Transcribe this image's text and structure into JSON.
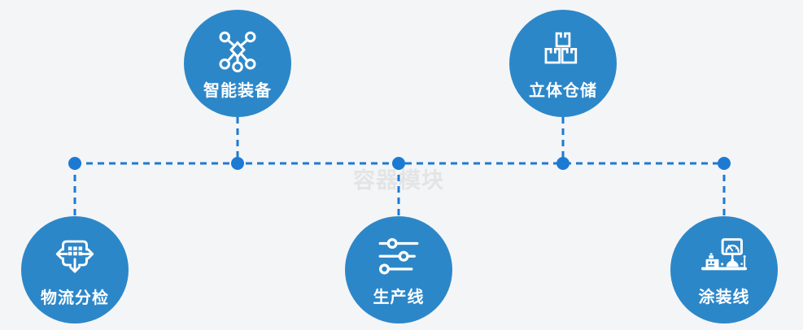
{
  "watermark": "容器模块",
  "colors": {
    "background": "#f4f5f6",
    "node_circle": "#2c87c9",
    "connector": "#1d7ad3",
    "icon": "#ffffff",
    "label": "#ffffff",
    "watermark": "#e3e4e5"
  },
  "nodes": [
    {
      "id": "smart-equipment",
      "label": "智能装备",
      "icon": "network-nodes-icon",
      "row": "top"
    },
    {
      "id": "stereo-warehouse",
      "label": "立体仓储",
      "icon": "stacked-boxes-icon",
      "row": "top"
    },
    {
      "id": "logistics-sorting",
      "label": "物流分检",
      "icon": "sorting-arrows-icon",
      "row": "bottom"
    },
    {
      "id": "production-line",
      "label": "生产线",
      "icon": "sliders-icon",
      "row": "bottom"
    },
    {
      "id": "painting-line",
      "label": "涂装线",
      "icon": "machine-monitor-icon",
      "row": "bottom"
    }
  ]
}
